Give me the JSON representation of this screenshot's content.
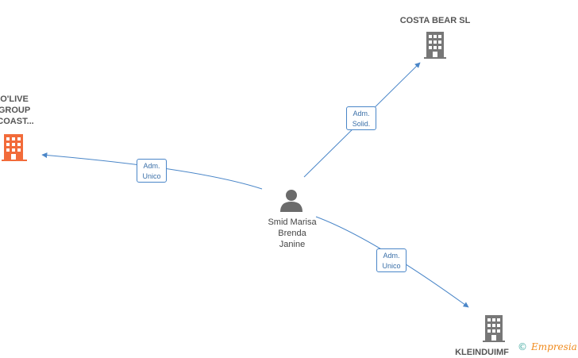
{
  "colors": {
    "edge": "#4a86c8",
    "building_gray": "#777777",
    "building_highlight": "#f26b3a",
    "person": "#6b6b6b"
  },
  "nodes": {
    "costa_bear": {
      "label": "COSTA BEAR SL",
      "icon": "building-icon"
    },
    "olive_group": {
      "label": "O'LIVE\nGROUP\nICOAST...",
      "icon": "building-icon"
    },
    "kleinduimp": {
      "label": "KLEINDUIMF",
      "icon": "building-icon"
    },
    "person": {
      "label": "Smid Marisa\nBrenda\nJanine",
      "icon": "person-icon"
    }
  },
  "edges": [
    {
      "id": "to-costa",
      "label": "Adm.\nSolid."
    },
    {
      "id": "to-olive",
      "label": "Adm.\nUnico"
    },
    {
      "id": "to-klein",
      "label": "Adm.\nUnico"
    }
  ],
  "brand": {
    "copyright": "©",
    "name": "Empresia"
  }
}
